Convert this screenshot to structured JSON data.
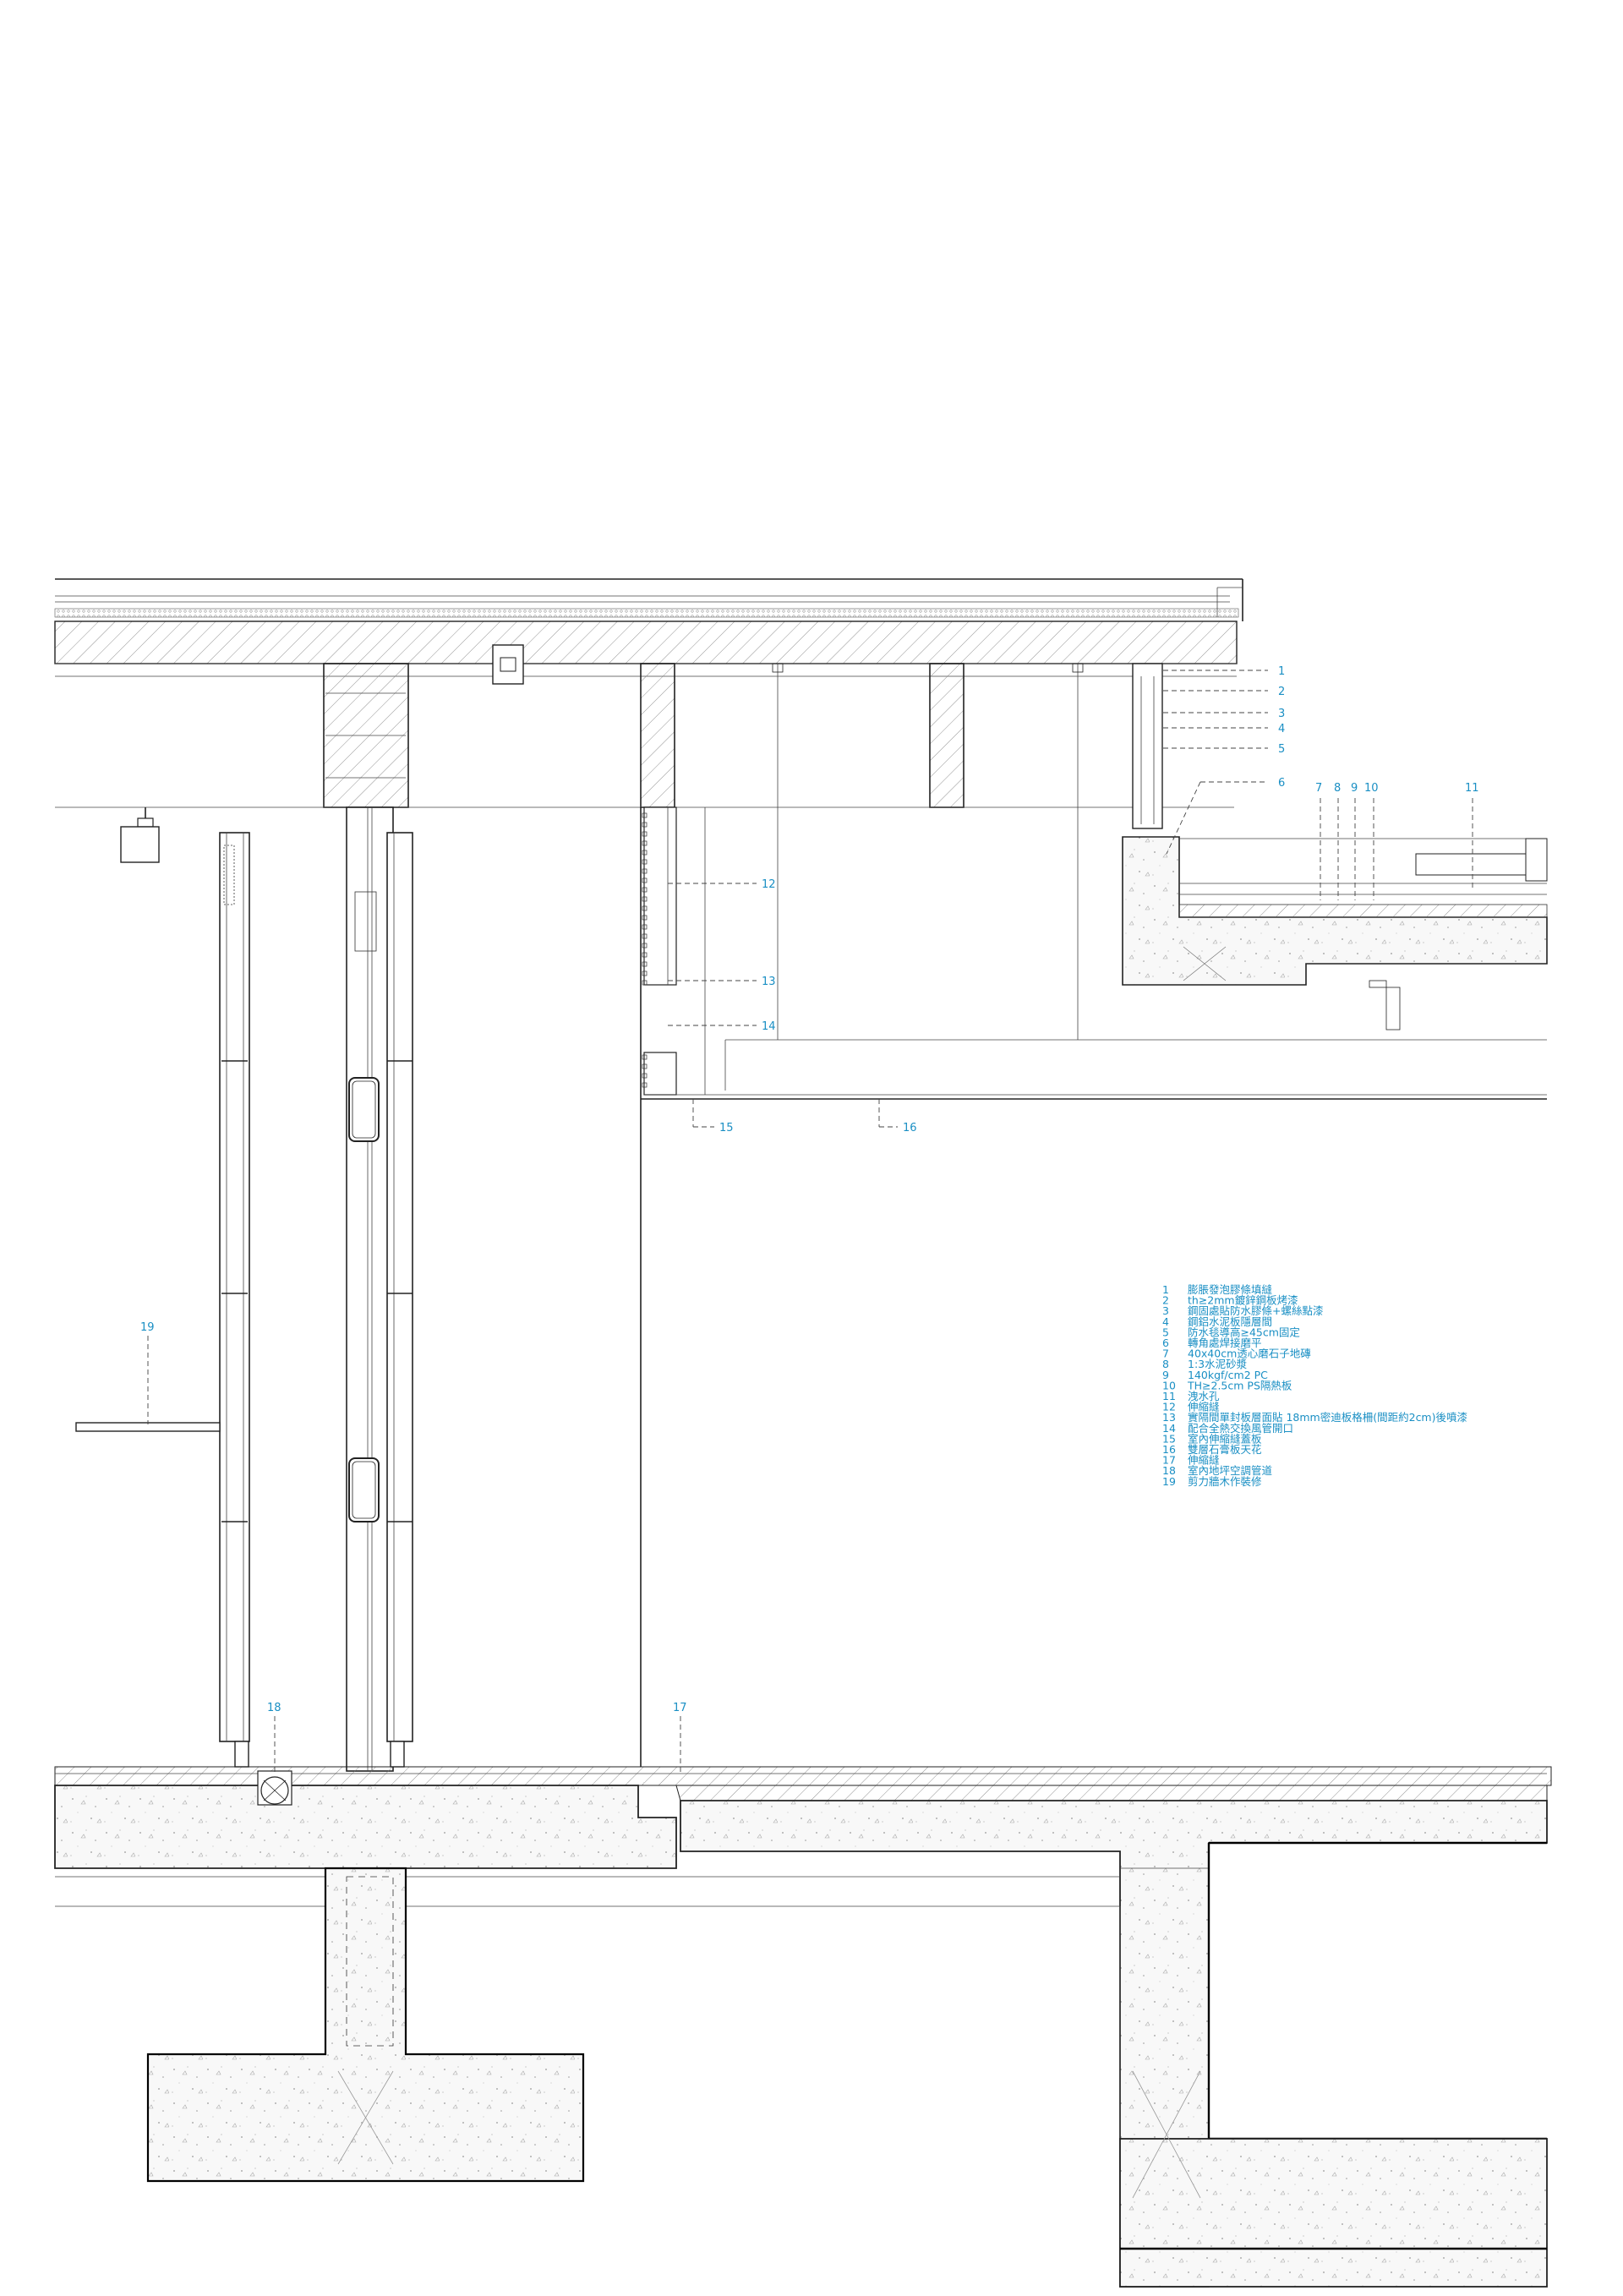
{
  "callouts": {
    "c1": "1",
    "c2": "2",
    "c3": "3",
    "c4": "4",
    "c5": "5",
    "c6": "6",
    "c7": "7",
    "c8": "8",
    "c9": "9",
    "c10": "10",
    "c11": "11",
    "c12": "12",
    "c13": "13",
    "c14": "14",
    "c15": "15",
    "c16": "16",
    "c17": "17",
    "c18": "18",
    "c19": "19"
  },
  "legend": [
    {
      "num": "1",
      "text": "膨脹發泡膠條填縫"
    },
    {
      "num": "2",
      "text": "th≥2mm鍍鋅鋼板烤漆"
    },
    {
      "num": "3",
      "text": "鋼固處貼防水膠條+螺絲點漆"
    },
    {
      "num": "4",
      "text": "鋼鋁水泥板隱層間"
    },
    {
      "num": "5",
      "text": "防水毯導高≥45cm固定"
    },
    {
      "num": "6",
      "text": "轉角處焊接磨平"
    },
    {
      "num": "7",
      "text": "40x40cm透心磨石子地磚"
    },
    {
      "num": "8",
      "text": "1:3水泥砂漿"
    },
    {
      "num": "9",
      "text": "140kgf/cm2 PC"
    },
    {
      "num": "10",
      "text": "TH≥2.5cm PS隔熱板"
    },
    {
      "num": "11",
      "text": "洩水孔"
    },
    {
      "num": "12",
      "text": "伸縮縫"
    },
    {
      "num": "13",
      "text": "實隔間單封板層面貼 18mm密迪板格柵(間距約2cm)後噴漆"
    },
    {
      "num": "14",
      "text": "配合全熱交換風管開口"
    },
    {
      "num": "15",
      "text": "室內伸縮縫蓋板"
    },
    {
      "num": "16",
      "text": "雙層石膏板天花"
    },
    {
      "num": "17",
      "text": "伸縮縫"
    },
    {
      "num": "18",
      "text": "室內地坪空調管道"
    },
    {
      "num": "19",
      "text": "剪力牆木作裝修"
    }
  ],
  "colors": {
    "annotation": "#1a8fc4",
    "line": "#222222"
  }
}
